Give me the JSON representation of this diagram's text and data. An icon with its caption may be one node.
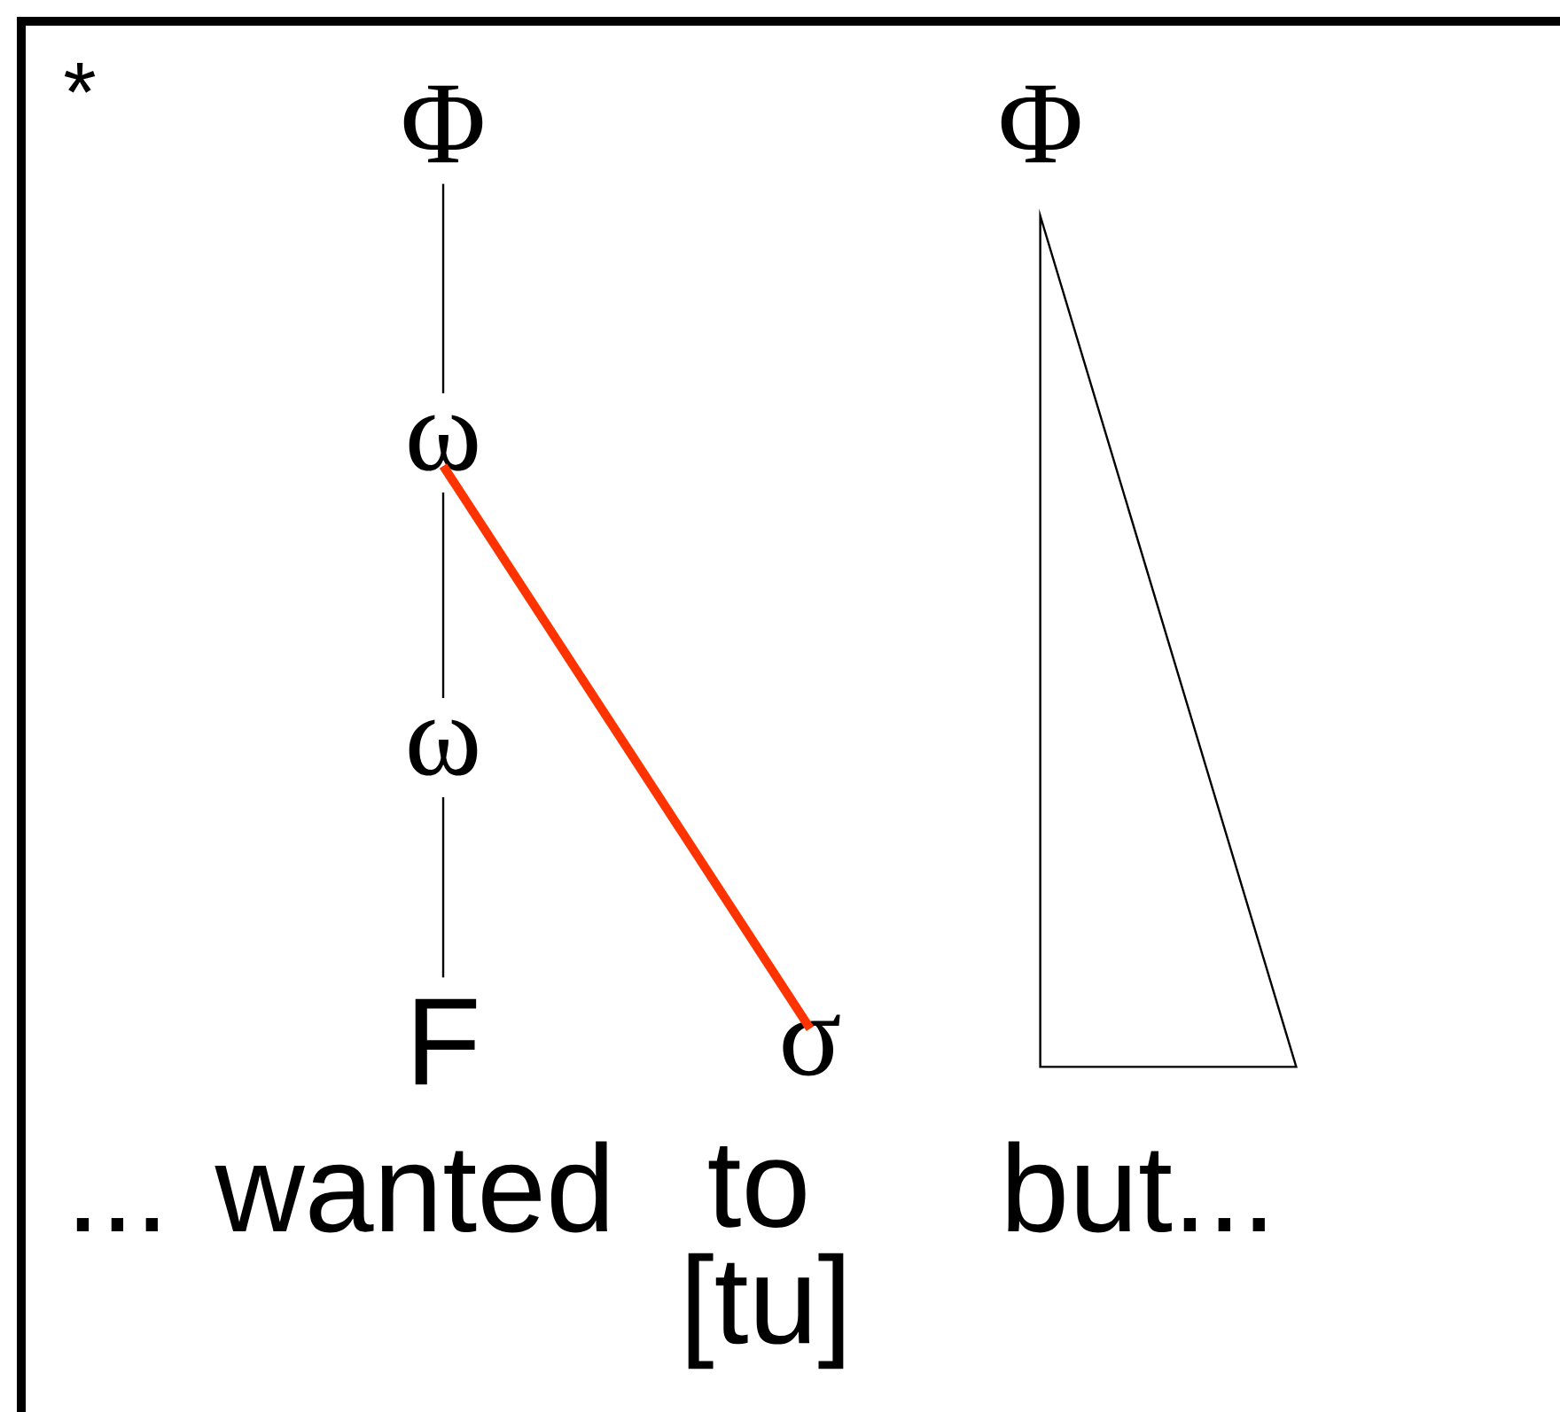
{
  "diagram": {
    "nodes": [
      {
        "text": [
          "Φ"
        ]
      },
      {
        "text": [
          "ω"
        ]
      },
      {
        "text": [
          "ω"
        ]
      },
      {
        "text": [
          "F"
        ]
      },
      {
        "text": [
          "σ"
        ]
      },
      {
        "text": [
          "Φ"
        ]
      },
      {
        "text": [],
        "shape": "triangle"
      }
    ],
    "edges": [
      {
        "from": 0,
        "to": 1,
        "arrow": "none"
      },
      {
        "from": 1,
        "to": 2,
        "arrow": "none"
      },
      {
        "from": 2,
        "to": 3,
        "arrow": "none"
      },
      {
        "from": 1,
        "to": 4,
        "arrow": "none",
        "style": "thick",
        "color": "#ff3300"
      }
    ],
    "labels": [
      "*",
      "... wanted",
      "to",
      "but...",
      "[tu]"
    ]
  }
}
